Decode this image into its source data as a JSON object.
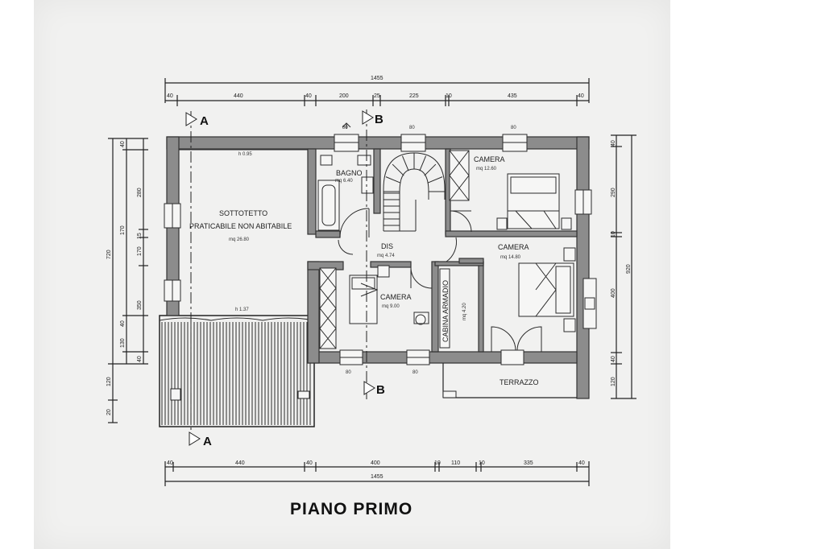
{
  "title": "PIANO PRIMO",
  "sections": {
    "a": "A",
    "b": "B"
  },
  "dimensions": {
    "top_total": "1455",
    "top_parts": [
      "40",
      "440",
      "40",
      "200",
      "25",
      "225",
      "10",
      "435",
      "40"
    ],
    "bottom_total": "1455",
    "bottom_parts": [
      "40",
      "440",
      "40",
      "400",
      "10",
      "110",
      "10",
      "335",
      "40"
    ],
    "left_total": "720",
    "left_parts": [
      "40",
      "280",
      "170",
      "15",
      "170",
      "350",
      "40",
      "130",
      "40",
      "120",
      "20"
    ],
    "right_total": "920",
    "right_parts": [
      "40",
      "290",
      "10",
      "400",
      "40",
      "120"
    ]
  },
  "rooms": {
    "sottotetto": {
      "name_line1": "SOTTOTETTO",
      "name_line2": "PRATICABILE NON ABITABILE",
      "area": "mq 26.80",
      "h1": "h 0.95",
      "h2": "h 1.37"
    },
    "bagno": {
      "name": "BAGNO",
      "area": "mq 6.40"
    },
    "camera_ne": {
      "name": "CAMERA",
      "area": "mq 12.60"
    },
    "camera_e": {
      "name": "CAMERA",
      "area": "mq 14.80"
    },
    "camera_s": {
      "name": "CAMERA",
      "area": "mq 9.00"
    },
    "dis": {
      "name": "DIS",
      "area": "mq 4.74"
    },
    "cabina": {
      "name": "CABINA ARMADIO",
      "area": "mq 4.20"
    },
    "terrazzo": {
      "name": "TERRAZZO"
    }
  },
  "windows": [
    "80",
    "80",
    "80",
    "80",
    "80",
    "80",
    "80"
  ],
  "colors": {
    "wall": "#8c8c8c",
    "paper": "#f1f1f0",
    "ink": "#222222"
  }
}
